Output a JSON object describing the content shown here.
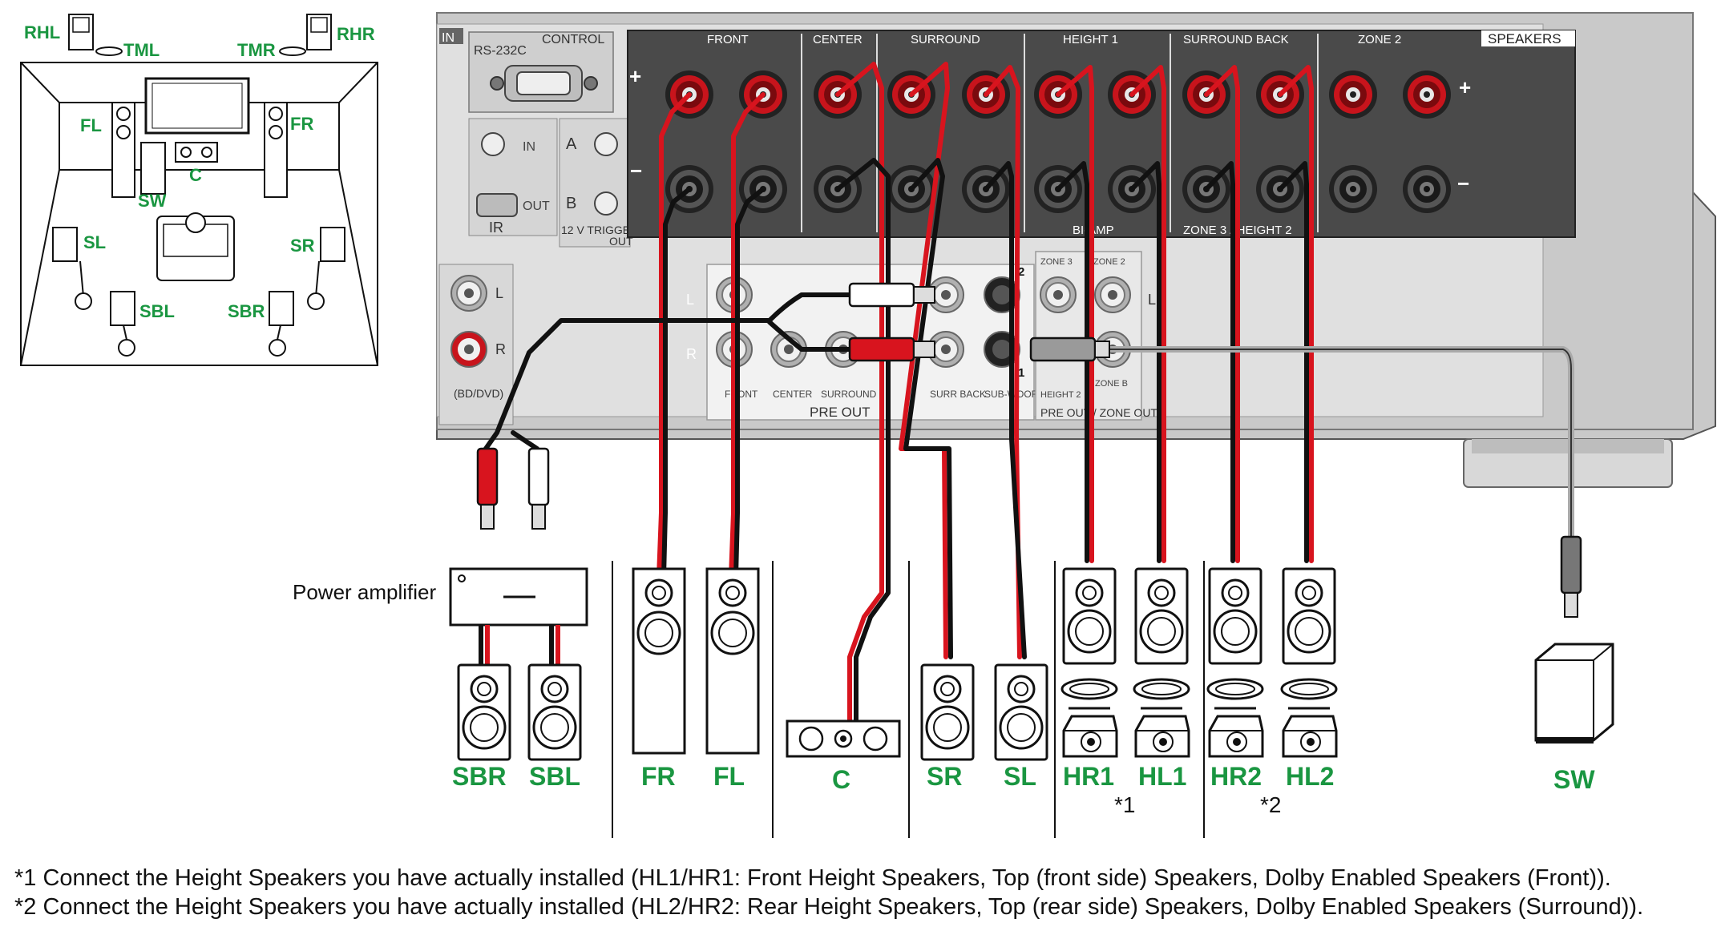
{
  "room": {
    "rhl": "RHL",
    "tml": "TML",
    "tmr": "TMR",
    "rhr": "RHR",
    "fl": "FL",
    "fr": "FR",
    "c": "C",
    "sw": "SW",
    "sl": "SL",
    "sr": "SR",
    "sbl": "SBL",
    "sbr": "SBR"
  },
  "receiver": {
    "in_label": "IN",
    "control_label": "CONTROL",
    "rs232c_label": "RS-232C",
    "ir_label": "IR",
    "ir_in": "IN",
    "ir_out": "OUT",
    "trigger_a": "A",
    "trigger_b": "B",
    "trigger_label": "12 V  TRIGGER",
    "trigger_out": "OUT",
    "speakers_label": "SPEAKERS",
    "sections": [
      "FRONT",
      "CENTER",
      "SURROUND",
      "HEIGHT 1",
      "SURROUND BACK",
      "ZONE 2"
    ],
    "biamp_label": "BI-AMP",
    "zone3_height2_label": "ZONE 3 / HEIGHT 2",
    "plus": "+",
    "minus": "−",
    "r": "R",
    "l": "L",
    "preout_label": "PRE OUT",
    "preout_subs": [
      "FRONT",
      "CENTER",
      "SURROUND",
      "SURR BACK",
      "SUB-WOOFER"
    ],
    "zone_preout_label": "PRE OUT / ZONE OUT",
    "zone3_small": "ZONE 3",
    "zone2_small": "ZONE 2",
    "height2_small": "HEIGHT 2",
    "zoneb_small": "ZONE B",
    "sub_num1": "1",
    "sub_num2": "2",
    "bd_dvd": "(BD/DVD)",
    "amp_left_l": "L",
    "amp_left_r": "R"
  },
  "power_amplifier_label": "Power amplifier",
  "speakers": {
    "sbr": "SBR",
    "sbl": "SBL",
    "fr": "FR",
    "fl": "FL",
    "c": "C",
    "sr": "SR",
    "sl": "SL",
    "hr1": "HR1",
    "hl1": "HL1",
    "hr2": "HR2",
    "hl2": "HL2",
    "sw": "SW"
  },
  "note_marks": {
    "n1": "*1",
    "n2": "*2"
  },
  "footnotes": {
    "f1": "*1 Connect the Height Speakers you have actually installed (HL1/HR1: Front Height Speakers, Top (front side) Speakers, Dolby Enabled Speakers (Front)).",
    "f2": "*2 Connect the Height Speakers you have actually installed (HL2/HR2: Rear Height Speakers, Top (rear side) Speakers, Dolby Enabled Speakers (Surround))."
  },
  "colors": {
    "label_green": "#1a9641",
    "panel_dark": "#4a4a4a",
    "panel_gray": "#8a8a8a",
    "chassis": "#c8c8c8",
    "cable_red": "#d8141e",
    "cable_black": "#111111"
  }
}
